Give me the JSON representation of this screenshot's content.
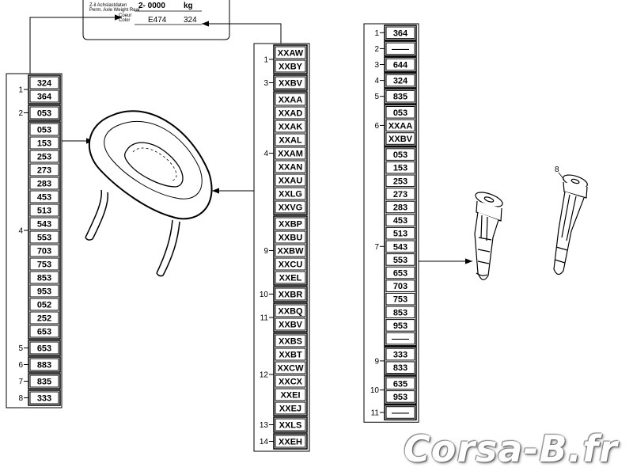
{
  "label_card": {
    "line1_text": "Z-il Achslastdaten",
    "line2_text": "Perm. Axle Weight Rear",
    "weight_value": "2-   0000",
    "weight_unit": "kg",
    "small_label_a": "Coeur",
    "small_label_b": "Color",
    "code_left": "E474",
    "code_right": "324"
  },
  "column_left": {
    "groups": [
      {
        "label": "1",
        "codes": [
          "324",
          "364"
        ]
      },
      {
        "label": "2",
        "codes": [
          "053"
        ]
      },
      {
        "label": "4",
        "codes": [
          "053",
          "153",
          "253",
          "273",
          "283",
          "453",
          "513",
          "543",
          "553",
          "703",
          "753",
          "853",
          "953",
          "052",
          "252",
          "653"
        ]
      },
      {
        "label": "5",
        "codes": [
          "653"
        ]
      },
      {
        "label": "6",
        "codes": [
          "883"
        ]
      },
      {
        "label": "7",
        "codes": [
          "835"
        ]
      },
      {
        "label": "8",
        "codes": [
          "333"
        ]
      }
    ]
  },
  "column_middle": {
    "groups": [
      {
        "label": "1",
        "codes": [
          "XXAW",
          "XXBY"
        ]
      },
      {
        "label": "3",
        "codes": [
          "XXBV"
        ]
      },
      {
        "label": "4",
        "codes": [
          "XXAA",
          "XXAD",
          "XXAK",
          "XXAL",
          "XXAM",
          "XXAN",
          "XXAU",
          "XXLG",
          "XXVG"
        ]
      },
      {
        "label": "9",
        "codes": [
          "XXBP",
          "XXBU",
          "XXBW",
          "XXCU",
          "XXEL"
        ]
      },
      {
        "label": "10",
        "codes": [
          "XXBR"
        ]
      },
      {
        "label": "11",
        "codes": [
          "XXBQ",
          "XXBV"
        ]
      },
      {
        "label": "12",
        "codes": [
          "XXBS",
          "XXBT",
          "XXCW",
          "XXCX",
          "XXEI",
          "XXEJ"
        ]
      },
      {
        "label": "13",
        "codes": [
          "XXLS"
        ]
      },
      {
        "label": "14",
        "codes": [
          "XXEH"
        ]
      }
    ]
  },
  "column_right": {
    "groups": [
      {
        "label": "1",
        "codes": [
          "364"
        ]
      },
      {
        "label": "2",
        "codes": [
          "——"
        ]
      },
      {
        "label": "3",
        "codes": [
          "644"
        ]
      },
      {
        "label": "4",
        "codes": [
          "324"
        ]
      },
      {
        "label": "5",
        "codes": [
          "835"
        ]
      },
      {
        "label": "6",
        "codes": [
          "053",
          "XXAA",
          "XXBV"
        ]
      },
      {
        "label": "7",
        "codes": [
          "053",
          "153",
          "253",
          "273",
          "283",
          "453",
          "513",
          "543",
          "553",
          "653",
          "703",
          "753",
          "853",
          "953",
          "——"
        ]
      },
      {
        "label": "9",
        "codes": [
          "333",
          "833"
        ]
      },
      {
        "label": "10",
        "codes": [
          "635",
          "953"
        ]
      },
      {
        "label": "11",
        "codes": [
          "——"
        ]
      }
    ]
  },
  "part_labels": {
    "guide_tall": "8"
  },
  "watermark": {
    "text": "Corsa-B.fr"
  }
}
